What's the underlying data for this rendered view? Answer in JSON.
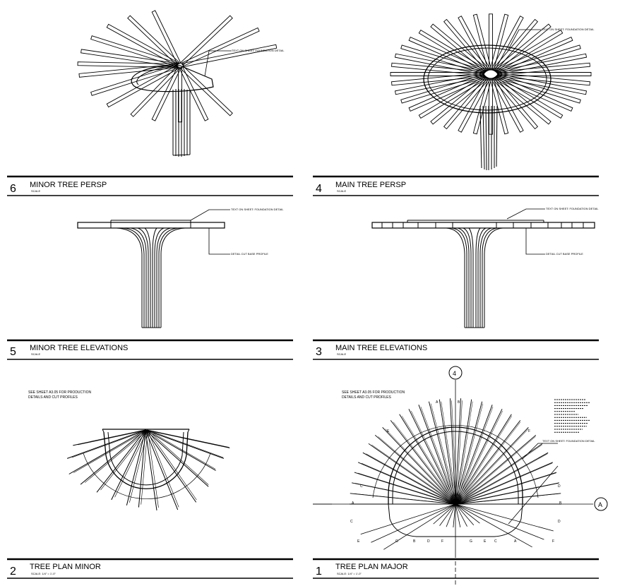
{
  "drawings": {
    "minor_persp": {
      "number": "6",
      "title": "MINOR TREE PERSP",
      "scale": "SCALE",
      "callout": "TEXT ON SHEET: FOUNDATION DETAIL"
    },
    "main_persp": {
      "number": "4",
      "title": "MAIN TREE PERSP",
      "scale": "SCALE",
      "callout": "TEXT ON SHEET: FOUNDATION DETAIL"
    },
    "minor_elev": {
      "number": "5",
      "title": "MINOR TREE ELEVATIONS",
      "scale": "SCALE",
      "callout_top": "TEXT ON SHEET: FOUNDATION DETAIL",
      "callout_side": "DETAIL CUT BASE PROFILE"
    },
    "main_elev": {
      "number": "3",
      "title": "MAIN TREE ELEVATIONS",
      "scale": "SCALE",
      "callout_top": "TEXT ON SHEET: FOUNDATION DETAIL",
      "callout_side": "DETAIL CUT BASE PROFILE"
    },
    "plan_minor": {
      "number": "2",
      "title": "TREE PLAN MINOR",
      "scale": "SCALE: 1/4\" = 1'-0\"",
      "note_line1": "SEE SHEET A3.05 FOR PRODUCTION",
      "note_line2": "DETAILS AND CUT PROFILES"
    },
    "plan_major": {
      "number": "1",
      "title": "TREE PLAN MAJOR",
      "scale": "SCALE: 1/4\" = 1'-0\"",
      "note_line1": "SEE SHEET A3.05 FOR PRODUCTION",
      "note_line2": "DETAILS AND CUT PROFILES",
      "callout": "TEXT ON SHEET: FOUNDATION DETAIL"
    }
  },
  "grid_bubbles": {
    "vertical": "4",
    "horizontal": "A"
  },
  "ray_labels": [
    "A",
    "B",
    "C",
    "D",
    "E",
    "F",
    "G"
  ],
  "colors": {
    "line": "#000000",
    "paper": "#ffffff"
  }
}
